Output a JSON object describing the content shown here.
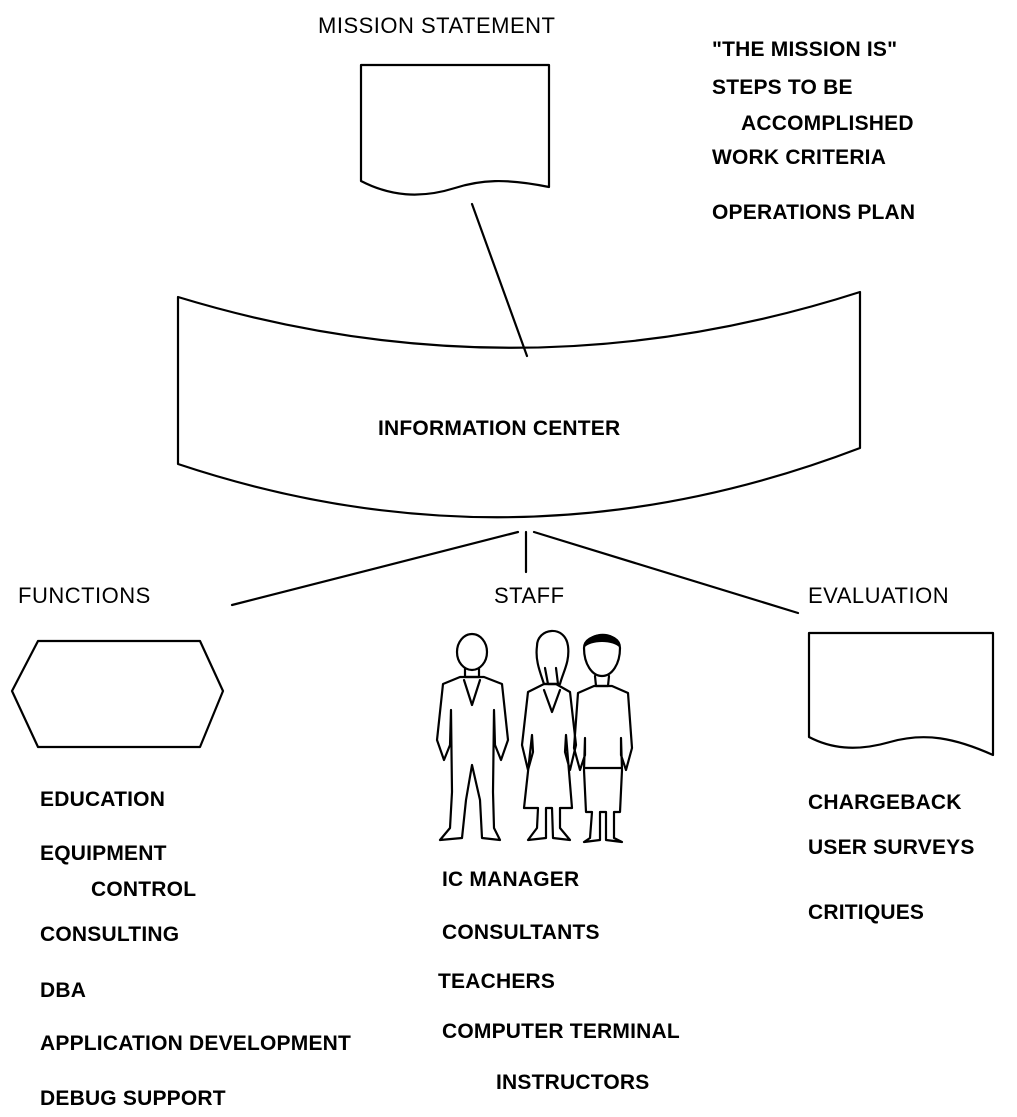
{
  "mission": {
    "label": "MISSION STATEMENT",
    "notes": [
      "\"THE MISSION IS\"",
      "STEPS TO BE",
      "ACCOMPLISHED",
      "WORK CRITERIA",
      "OPERATIONS PLAN"
    ]
  },
  "center": {
    "label": "INFORMATION CENTER"
  },
  "functions": {
    "label": "FUNCTIONS",
    "items": [
      "EDUCATION",
      "EQUIPMENT",
      "CONTROL",
      "CONSULTING",
      "DBA",
      "APPLICATION DEVELOPMENT",
      "DEBUG SUPPORT"
    ]
  },
  "staff": {
    "label": "STAFF",
    "items": [
      "IC MANAGER",
      "CONSULTANTS",
      "TEACHERS",
      "COMPUTER TERMINAL",
      "INSTRUCTORS"
    ]
  },
  "evaluation": {
    "label": "EVALUATION",
    "items": [
      "CHARGEBACK",
      "USER SURVEYS",
      "CRITIQUES"
    ]
  },
  "colors": {
    "ink": "#000000",
    "paper": "#ffffff"
  }
}
